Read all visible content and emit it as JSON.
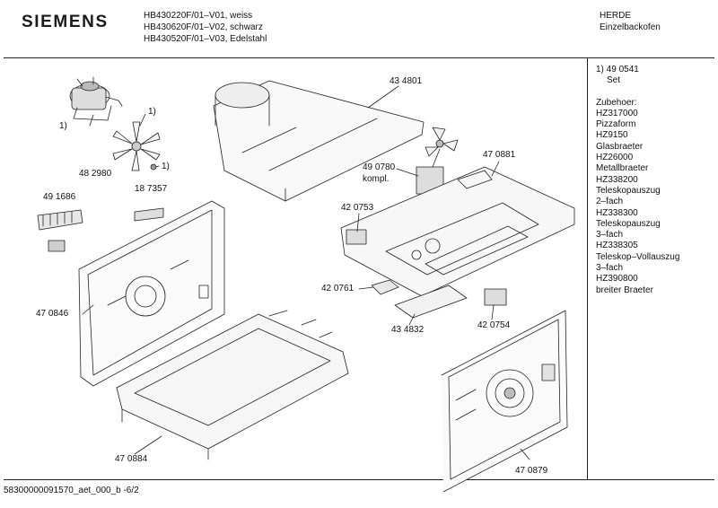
{
  "header": {
    "brand": "SIEMENS",
    "models": [
      "HB430220F/01–V01, weiss",
      "HB430620F/01–V02, schwarz",
      "HB430520F/01–V03, Edelstahl"
    ],
    "category_line1": "HERDE",
    "category_line2": "Einzelbackofen"
  },
  "sidebar": {
    "note_line1": "1) 49 0541",
    "note_line2": "Set",
    "accessories_title": "Zubehoer:",
    "accessories": [
      "HZ317000",
      "Pizzaform",
      "HZ9150",
      "Glasbraeter",
      "HZ26000",
      "Metallbraeter",
      "HZ338200",
      "Teleskopauszug",
      "2–fach",
      "HZ338300",
      "Teleskopauszug",
      "3–fach",
      "HZ338305",
      "Teleskop–Vollauszug",
      "3–fach",
      "HZ390800",
      "breiter Braeter"
    ]
  },
  "parts": {
    "fan_motor_ref": "1)",
    "fan_blade_ref": "1)",
    "nut_ref": "1)",
    "fan_set": "48 2980",
    "switch_block": "49 1686",
    "bracket": "18 7357",
    "back_panel": "47 0846",
    "bottom_frame": "47 0884",
    "top_duct": "43 4801",
    "cooling_fan": "49 0780",
    "cooling_fan_note": "kompl.",
    "oven_cavity": "47 0881",
    "thermostat_left": "42 0753",
    "cutout": "42 0761",
    "thermostat_right": "42 0754",
    "heat_shield": "43 4832",
    "rear_cover": "47 0879"
  },
  "footer": {
    "doc_id": "58300000091570_aet_000_b -6/2"
  }
}
